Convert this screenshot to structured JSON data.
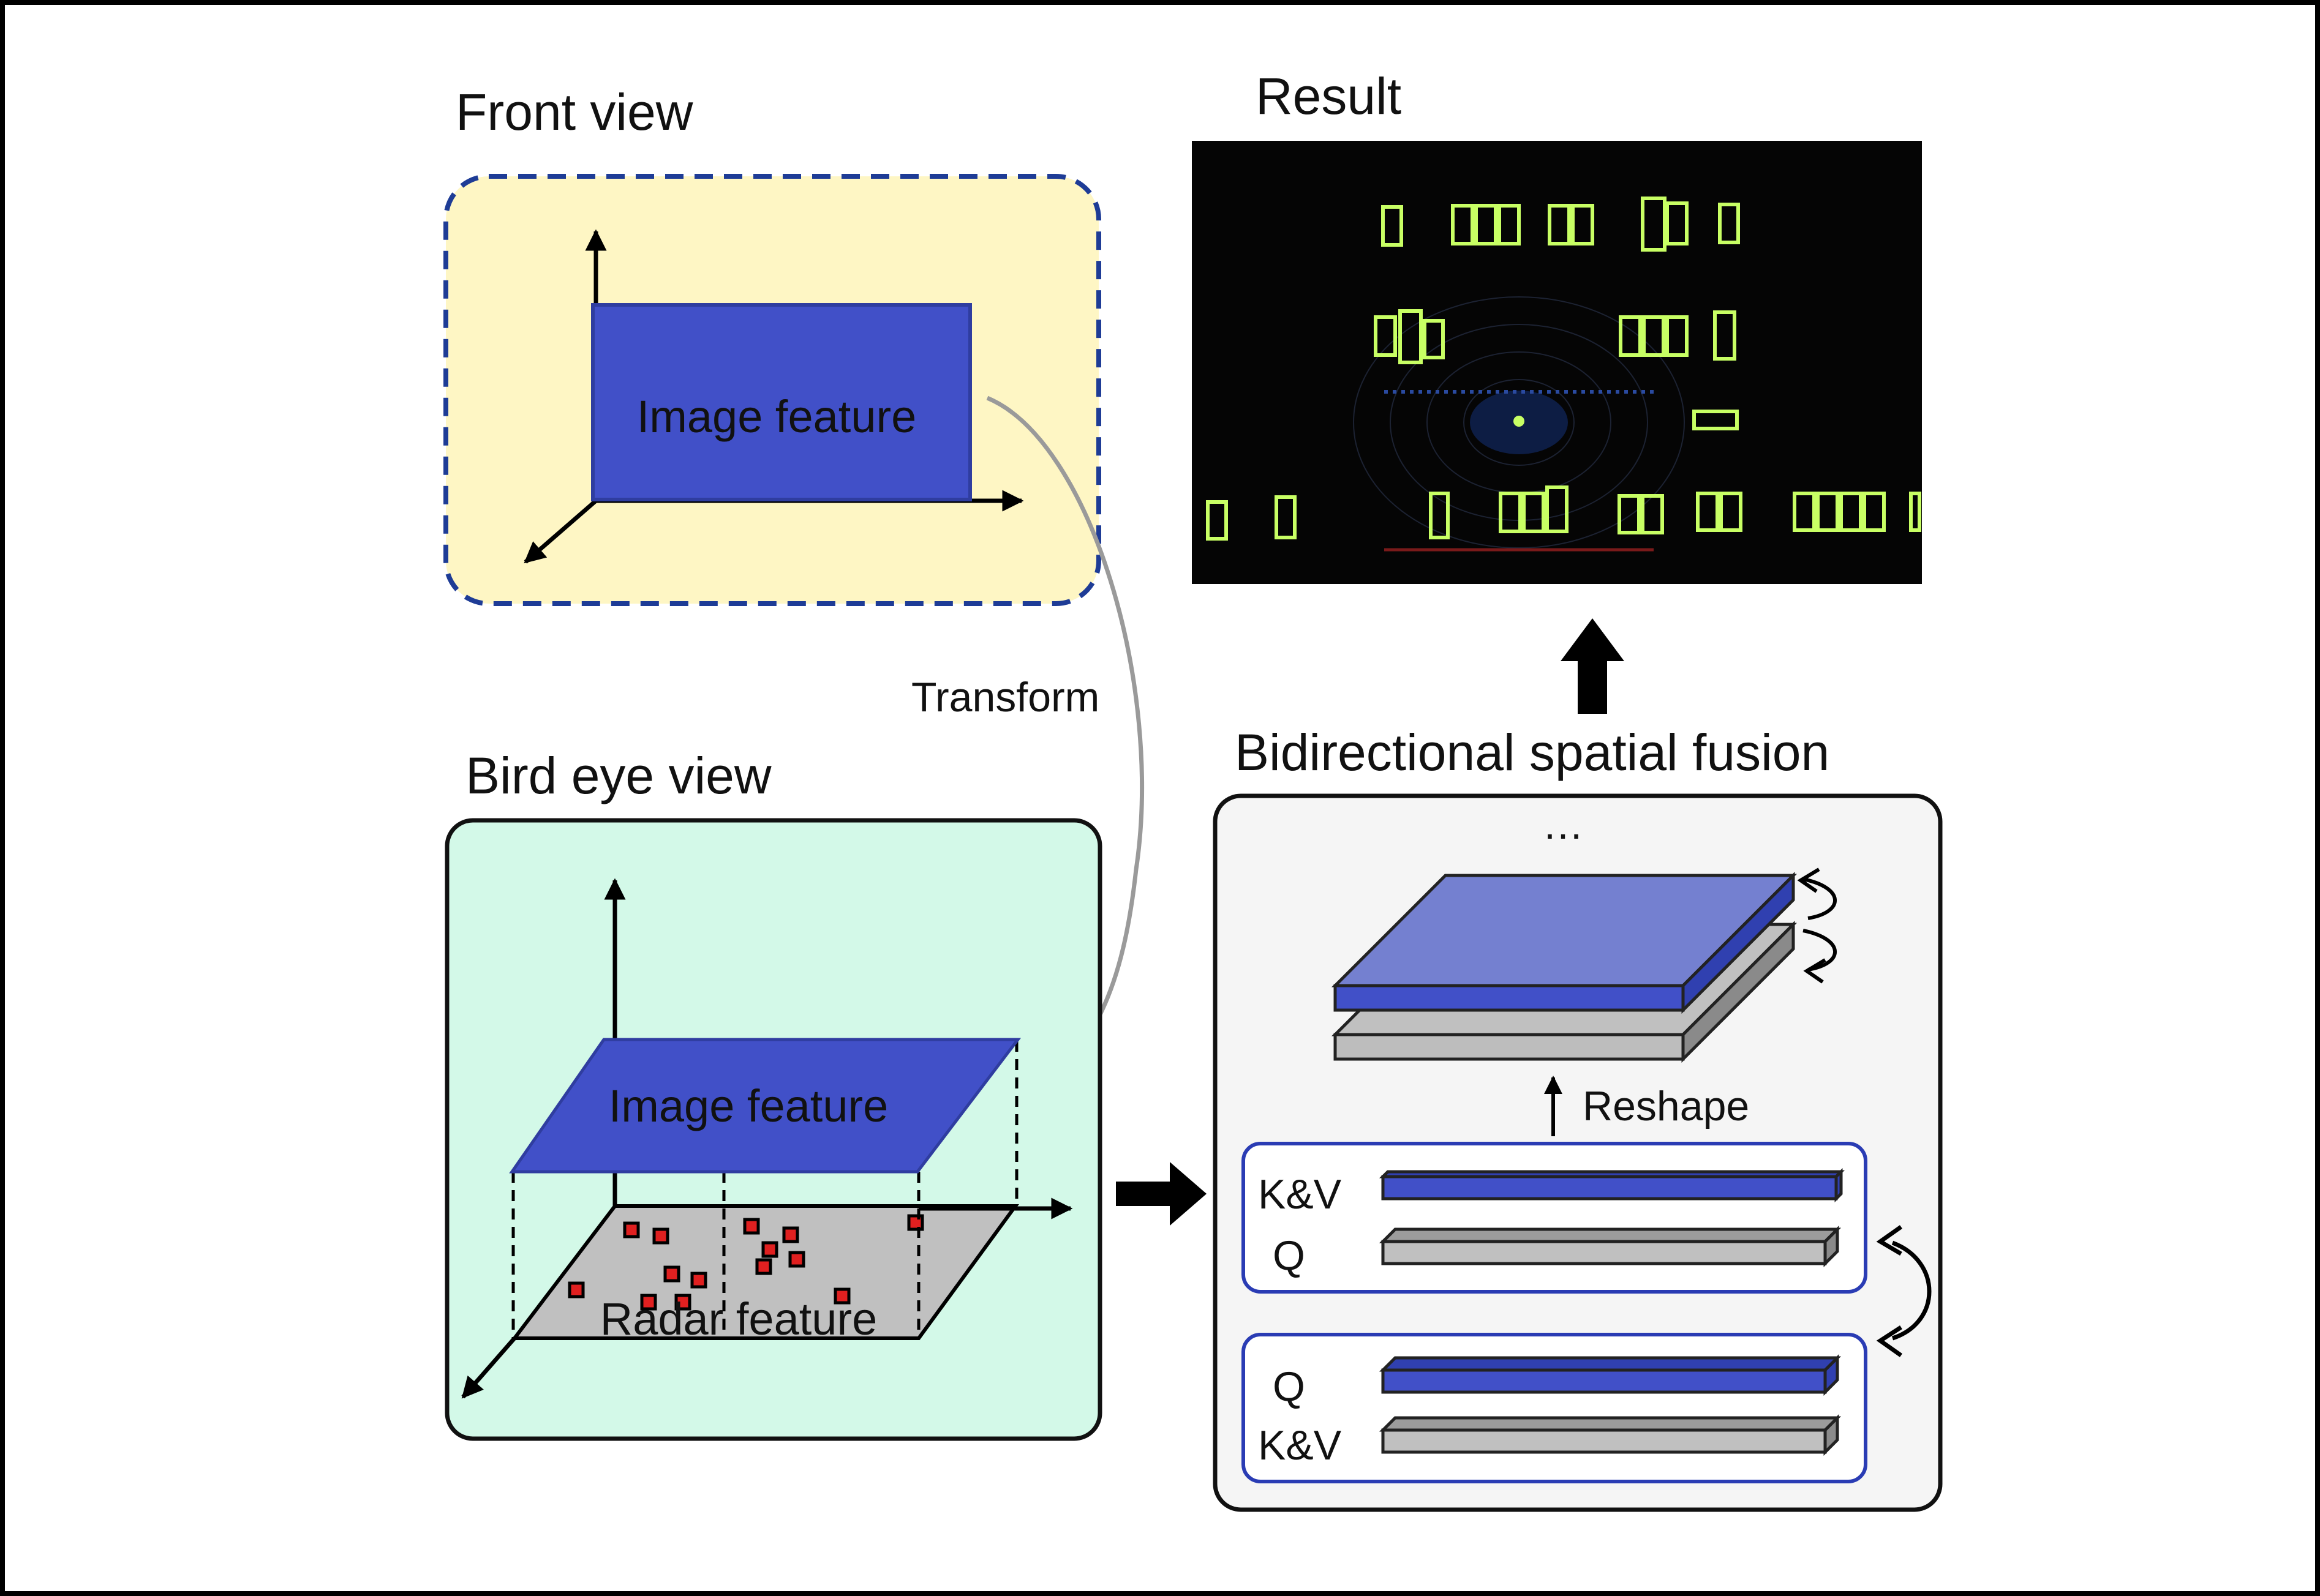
{
  "front_view": {
    "title": "Front view",
    "feature_label": "Image feature"
  },
  "transform": {
    "label": "Transform"
  },
  "bird_eye_view": {
    "title": "Bird eye view",
    "image_feature_label": "Image feature",
    "radar_feature_label": "Radar feature"
  },
  "result": {
    "title": "Result"
  },
  "fusion": {
    "title": "Bidirectional spatial fusion",
    "ellipsis": "…",
    "reshape_label": "Reshape",
    "block_top": {
      "row1_label": "K&V",
      "row2_label": "Q"
    },
    "block_bottom": {
      "row1_label": "Q",
      "row2_label": "K&V"
    }
  },
  "colors": {
    "feature_blue": "#4150C8",
    "feature_blue_light": "#7480D0",
    "radar_gray": "#C0C0C0",
    "front_panel_bg": "#FEF6C4",
    "bev_panel_bg": "#D3F9E8",
    "fusion_panel_bg": "#F5F5F5",
    "dashed_border": "#1E3C96",
    "block_border": "#2A3CB4",
    "radar_point": "#E02020",
    "box_green": "#C8FF64"
  }
}
